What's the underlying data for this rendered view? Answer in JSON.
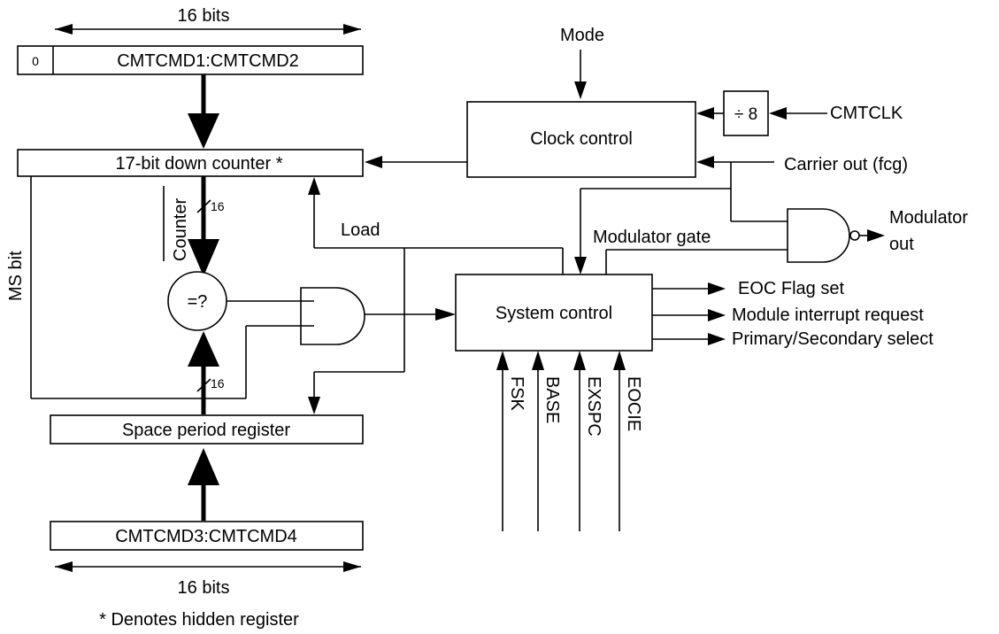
{
  "labels": {
    "bits_top": "16 bits",
    "zero": "0",
    "reg_top": "CMTCMD1:CMTCMD2",
    "mode": "Mode",
    "div8": "÷ 8",
    "cmtclk": "CMTCLK",
    "clock_control": "Clock control",
    "down_counter": "17-bit down counter *",
    "carrier_out": "Carrier out (fcg)",
    "counter": "Counter",
    "bus16_a": "16",
    "bus16_b": "16",
    "ms_bit": "MS bit",
    "load": "Load",
    "modulator_gate": "Modulator gate",
    "modulator_out_1": "Modulator",
    "modulator_out_2": "out",
    "compare": "=?",
    "system_control": "System control",
    "eoc_flag": "EOC Flag set",
    "module_irq": "Module interrupt request",
    "prim_sec": "Primary/Secondary select",
    "fsk": "FSK",
    "base": "BASE",
    "exspc": "EXSPC",
    "eocie": "EOCIE",
    "space_period": "Space period register",
    "reg_bottom": "CMTCMD3:CMTCMD4",
    "bits_bottom": "16 bits",
    "footnote": "* Denotes hidden register"
  }
}
